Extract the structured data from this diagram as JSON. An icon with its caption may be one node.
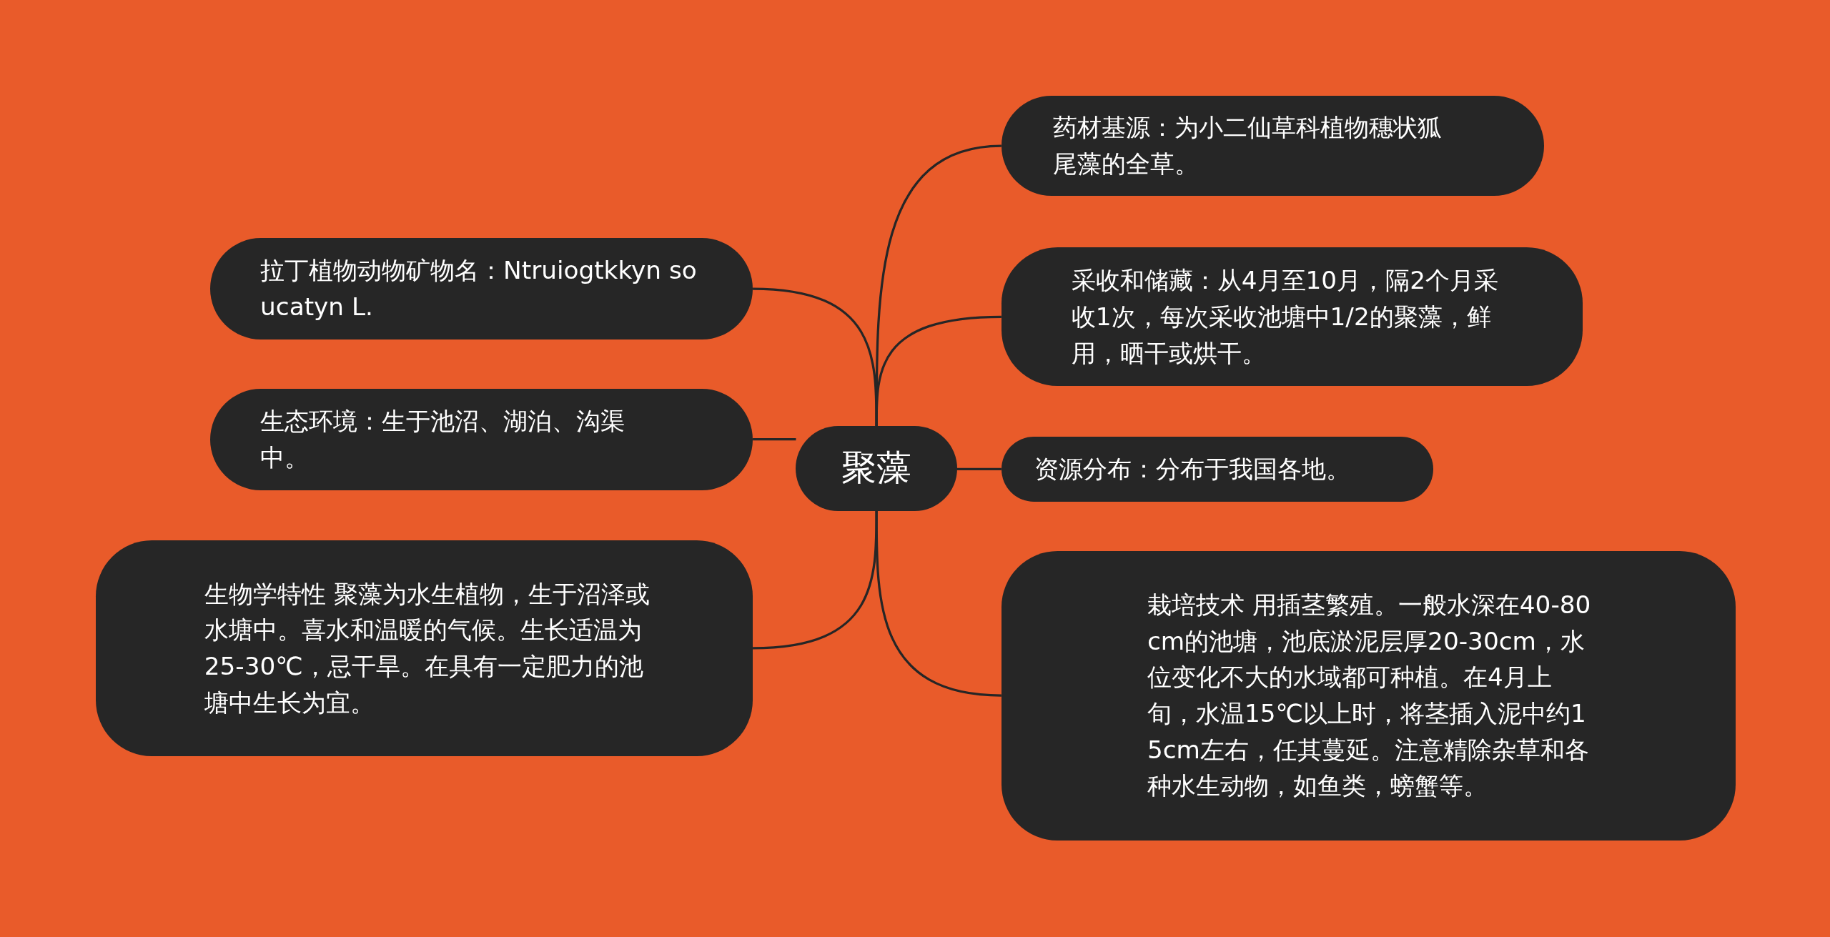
{
  "diagram": {
    "nodes": [
      {
        "text": [
          "聚藻"
        ]
      },
      {
        "text": [
          "拉丁植物动物矿物名：Ntruiogtkkyn soucatyn L."
        ]
      },
      {
        "text": [
          "生态环境：生于池沼、湖泊、沟渠中。"
        ]
      },
      {
        "text": [
          "生物学特性 聚藻为水生植物，生于沼泽或水塘中。喜水和温暖的气候。生长适温为25-30℃，忌干旱。在具有一定肥力的池塘中生长为宜。"
        ]
      },
      {
        "text": [
          "药材基源：为小二仙草科植物穗状狐尾藻的全草。"
        ]
      },
      {
        "text": [
          "采收和储藏：从4月至10月，隔2个月采收1次，每次采收池塘中1/2的聚藻，鲜用，晒干或烘干。"
        ]
      },
      {
        "text": [
          "资源分布：分布于我国各地。"
        ]
      },
      {
        "text": [
          "栽培技术 用插茎繁殖。一般水深在40-80cm的池塘，池底淤泥层厚20-30cm，水位变化不大的水域都可种植。在4月上旬，水温15℃以上时，将茎插入泥中约15cm左右，任其蔓延。注意精除杂草和各种水生动物，如鱼类，螃蟹等。"
        ]
      }
    ],
    "edges": [
      {
        "from": 0,
        "to": 1,
        "arrow": "none"
      },
      {
        "from": 0,
        "to": 2,
        "arrow": "none"
      },
      {
        "from": 0,
        "to": 3,
        "arrow": "none"
      },
      {
        "from": 0,
        "to": 4,
        "arrow": "none"
      },
      {
        "from": 0,
        "to": 5,
        "arrow": "none"
      },
      {
        "from": 0,
        "to": 6,
        "arrow": "none"
      },
      {
        "from": 0,
        "to": 7,
        "arrow": "none"
      }
    ]
  }
}
